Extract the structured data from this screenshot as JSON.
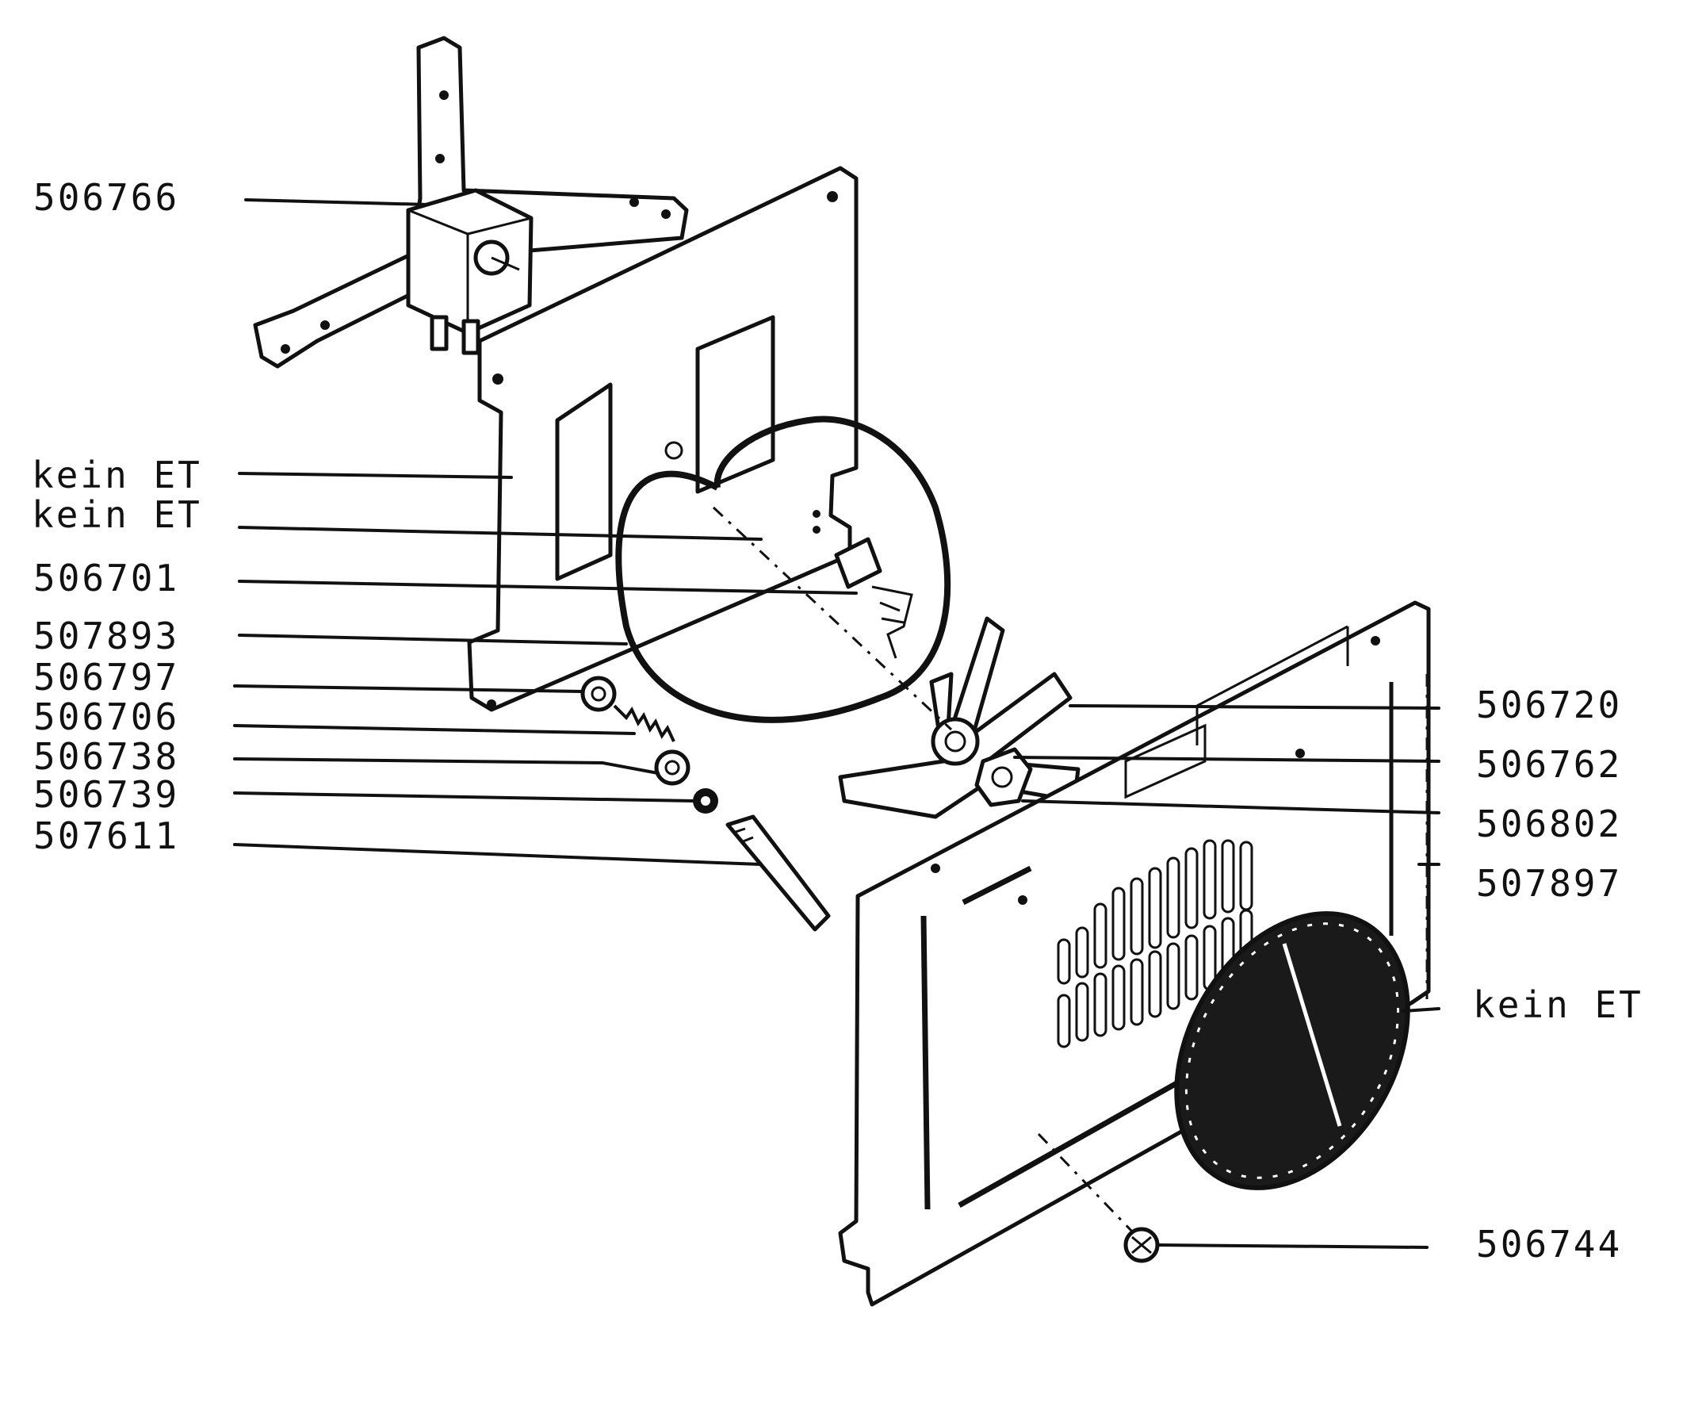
{
  "labels": {
    "left": [
      "506766",
      "kein ET",
      "kein ET",
      "506701",
      "507893",
      "506797",
      "506706",
      "506738",
      "506739",
      "507611"
    ],
    "right": [
      "506720",
      "506762",
      "506802",
      "507897",
      "kein ET",
      "506744"
    ]
  },
  "colors": {
    "ink": "#111111",
    "paper": "#ffffff"
  }
}
